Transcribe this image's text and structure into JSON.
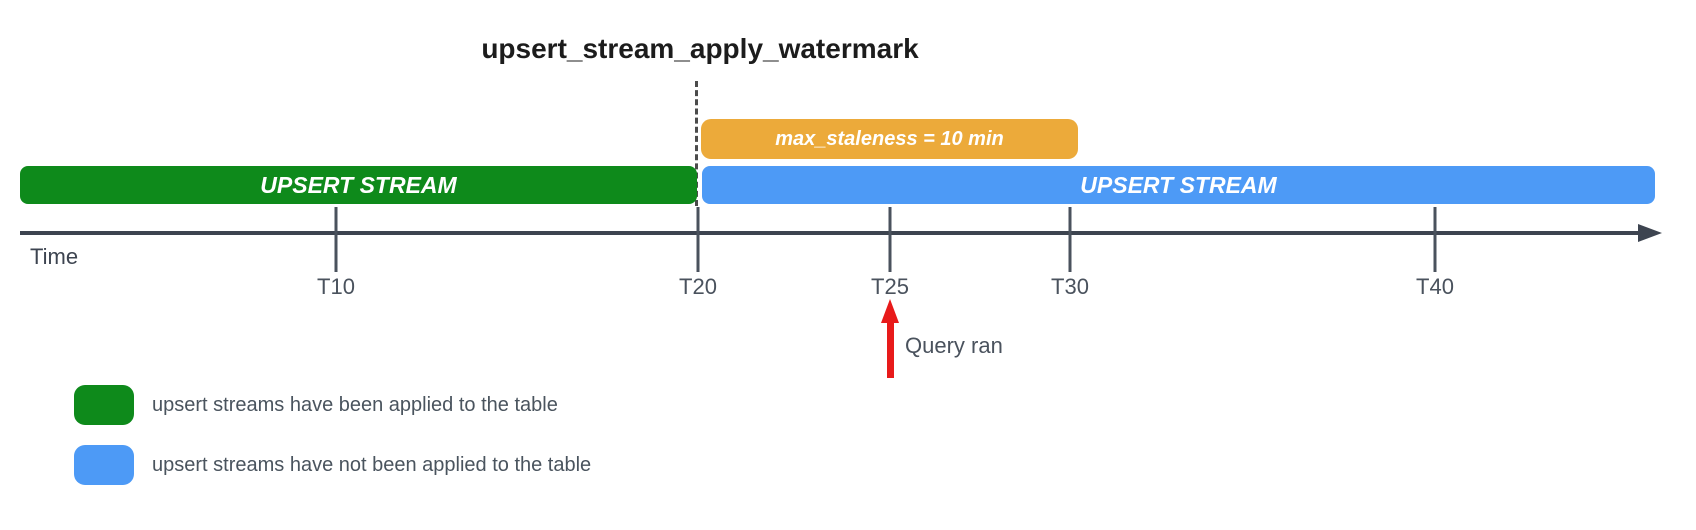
{
  "title": "upsert_stream_apply_watermark",
  "colors": {
    "green": "#0e8a1b",
    "blue": "#4d9af6",
    "orange": "#ecaa3a",
    "axis": "#3d4450",
    "tick": "#4a525d",
    "text": "#4a545e",
    "red": "#e81a1a",
    "dash": "#4b4b4b"
  },
  "bars": {
    "staleness": {
      "label": "max_staleness = 10 min"
    },
    "applied": {
      "label": "UPSERT STREAM"
    },
    "not_applied": {
      "label": "UPSERT STREAM"
    }
  },
  "timeline": {
    "axis_label": "Time",
    "ticks": [
      {
        "label": "T10"
      },
      {
        "label": "T20"
      },
      {
        "label": "T25"
      },
      {
        "label": "T30"
      },
      {
        "label": "T40"
      }
    ]
  },
  "annotations": {
    "query_ran": "Query ran"
  },
  "legend": {
    "items": [
      {
        "swatch": "green",
        "label": "upsert streams have been applied to the table"
      },
      {
        "swatch": "blue",
        "label": "upsert streams have not been applied to the table"
      }
    ]
  }
}
